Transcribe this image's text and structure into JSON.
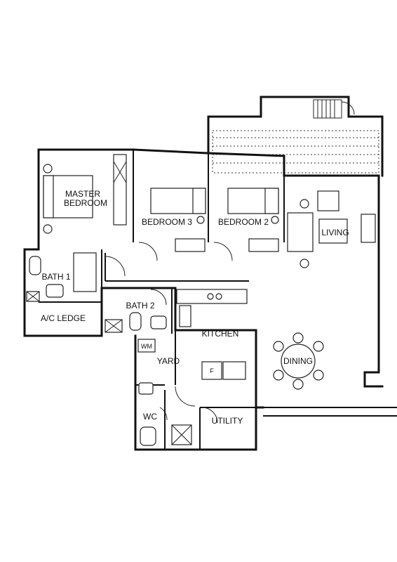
{
  "rooms": {
    "master_bedroom_line1": "MASTER",
    "master_bedroom_line2": "BEDROOM",
    "bedroom3": "BEDROOM 3",
    "bedroom2": "BEDROOM 2",
    "living": "LIVING",
    "bath1": "BATH 1",
    "ac_ledge": "A/C LEDGE",
    "bath2": "BATH 2",
    "kitchen": "KITCHEN",
    "dining": "DINING",
    "yard": "YARD",
    "wm": "WM",
    "fridge": "F",
    "wc": "WC",
    "utility": "UTILITY"
  }
}
